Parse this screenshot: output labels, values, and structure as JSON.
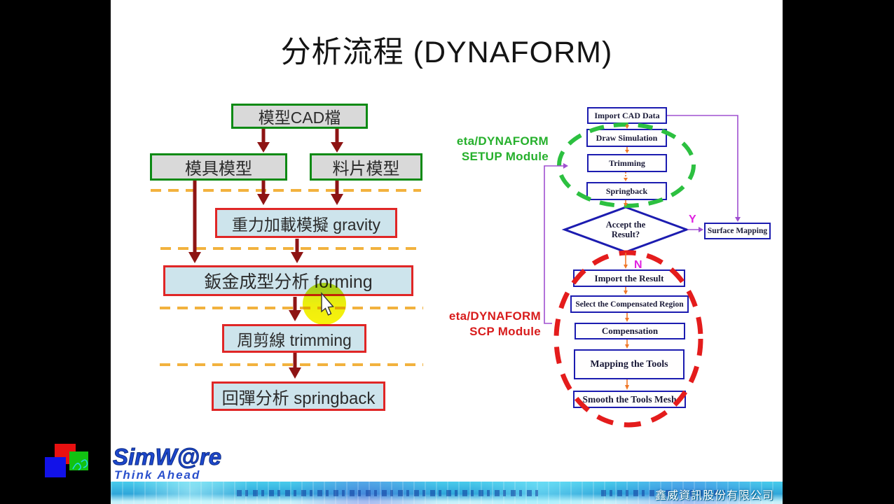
{
  "slide": {
    "title": "分析流程 (DYNAFORM)"
  },
  "left_flow": {
    "boxes": [
      {
        "label": "模型CAD檔"
      },
      {
        "label": "模具模型"
      },
      {
        "label": "料片模型"
      },
      {
        "label": "重力加載模擬 gravity"
      },
      {
        "label": "鈑金成型分析 forming"
      },
      {
        "label": "周剪線 trimming"
      },
      {
        "label": "回彈分析 springback"
      }
    ]
  },
  "right_flow": {
    "setup_module_line1": "eta/DYNAFORM",
    "setup_module_line2": "SETUP Module",
    "scp_module_line1": "eta/DYNAFORM",
    "scp_module_line2": "SCP Module",
    "decision": {
      "line1": "Accept the",
      "line2": "Result?"
    },
    "yes_label": "Y",
    "no_label": "N",
    "boxes": [
      {
        "label": "Import CAD Data"
      },
      {
        "label": "Draw Simulation"
      },
      {
        "label": "Trimming"
      },
      {
        "label": "Springback"
      },
      {
        "label": "Surface Mapping"
      },
      {
        "label": "Import the Result"
      },
      {
        "label": "Select the Compensated Region"
      },
      {
        "label": "Compensation"
      },
      {
        "label": "Mapping the Tools"
      },
      {
        "label": "Smooth the Tools Mesh"
      }
    ]
  },
  "logo": {
    "name": "SimW@re",
    "tagline": "Think Ahead"
  },
  "footer": {
    "company": "鑫威資訊股份有限公司"
  },
  "colors": {
    "green_box_border": "#0c8a14",
    "gray_box_fill": "#d9d9d9",
    "red_box_border": "#e02626",
    "blue_box_fill": "#cde4ec",
    "dark_red_arrow": "#8e1414",
    "dashed_divider": "#f2b23e",
    "blue_flow_border": "#1c1cb0",
    "green_dashed_ellipse": "#2cc040",
    "red_dashed_ellipse": "#e41c1c",
    "orange_arrow": "#f07828",
    "purple_connector": "#a050d0",
    "magenta_label": "#e020e0",
    "setup_label_green": "#26b02c",
    "scp_label_red": "#d81c1c",
    "highlight_yellow": "#f4ef00"
  }
}
